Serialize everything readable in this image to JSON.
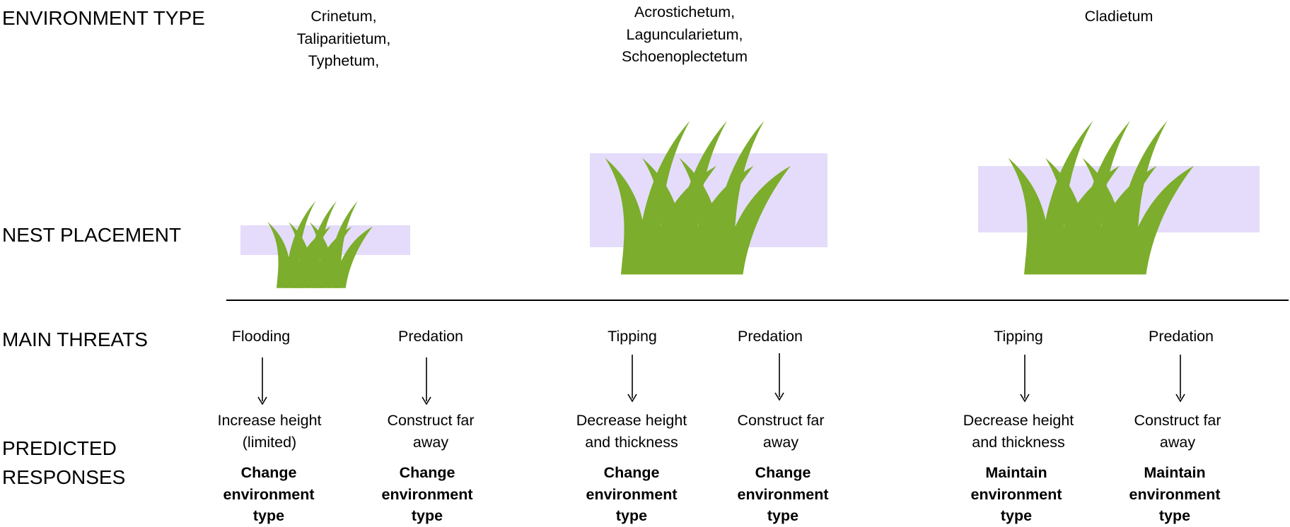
{
  "row_labels": {
    "environment_type": "ENVIRONMENT TYPE",
    "nest_placement": "NEST PLACEMENT",
    "main_threats": "MAIN THREATS",
    "predicted_responses_1": "PREDICTED",
    "predicted_responses_2": "RESPONSES"
  },
  "environments": [
    {
      "lines": [
        "Crinetum,",
        "Taliparitietum,",
        "Typhetum,"
      ],
      "threats": [
        "Flooding",
        "Predation"
      ],
      "responses": [
        {
          "lines": [
            "Increase height",
            "(limited)"
          ],
          "outcome": [
            "Change",
            "environment",
            "type"
          ]
        },
        {
          "lines": [
            "Construct far",
            "away"
          ],
          "outcome": [
            "Change",
            "environment",
            "type"
          ]
        }
      ]
    },
    {
      "lines": [
        "Acrostichetum,",
        "Laguncularietum,",
        "Schoenoplectetum"
      ],
      "threats": [
        "Tipping",
        "Predation"
      ],
      "responses": [
        {
          "lines": [
            "Decrease height",
            "and thickness"
          ],
          "outcome": [
            "Change",
            "environment",
            "type"
          ]
        },
        {
          "lines": [
            "Construct far",
            "away"
          ],
          "outcome": [
            "Change",
            "environment",
            "type"
          ]
        }
      ]
    },
    {
      "lines": [
        "Cladietum"
      ],
      "threats": [
        "Tipping",
        "Predation"
      ],
      "responses": [
        {
          "lines": [
            "Decrease height",
            "and thickness"
          ],
          "outcome": [
            "Maintain",
            "environment",
            "type"
          ]
        },
        {
          "lines": [
            "Construct far",
            "away"
          ],
          "outcome": [
            "Maintain",
            "environment",
            "type"
          ]
        }
      ]
    }
  ],
  "colors": {
    "grass": "#7cad2c",
    "nest": "#e4dcfa",
    "line": "#000000"
  }
}
